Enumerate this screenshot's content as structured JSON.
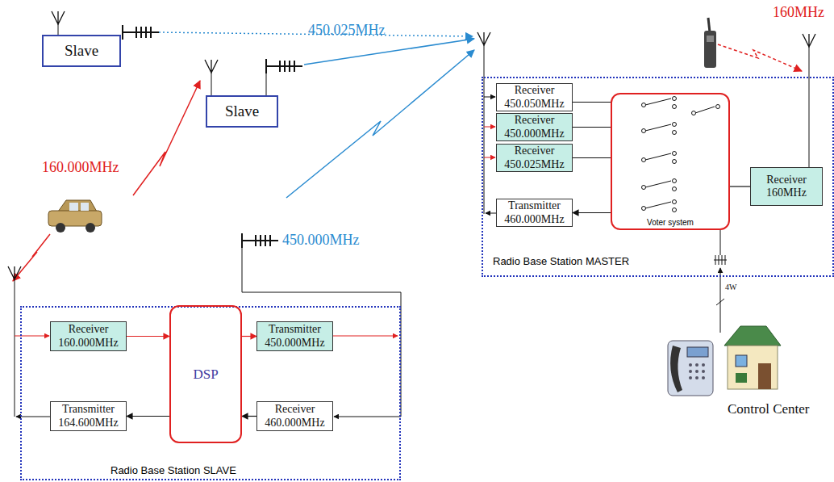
{
  "diagram": {
    "nodes": [
      {
        "text": [
          "Slave"
        ]
      },
      {
        "text": [
          "Slave"
        ]
      },
      {
        "text": [
          "Radio Base Station MASTER"
        ]
      },
      {
        "text": [
          "Receiver 450.050MHz"
        ],
        "in": 2
      },
      {
        "text": [
          "Receiver 450.000MHz"
        ],
        "in": 2
      },
      {
        "text": [
          "Receiver 450.025MHz"
        ],
        "in": 2
      },
      {
        "text": [
          "Transmitter 460.000MHz"
        ],
        "in": 2
      },
      {
        "text": [
          "Voter system"
        ],
        "in": 2
      },
      {
        "text": [
          "Receiver 160MHz"
        ],
        "in": 2
      },
      {
        "text": [
          "Radio Base Station SLAVE"
        ]
      },
      {
        "text": [
          "Receiver 160.000MHz"
        ],
        "in": 9
      },
      {
        "text": [
          "DSP"
        ],
        "in": 9
      },
      {
        "text": [
          "Transmitter 450.000MHz"
        ],
        "in": 9
      },
      {
        "text": [
          "Transmitter 164.600MHz"
        ],
        "in": 9
      },
      {
        "text": [
          "Receiver 460.000MHz"
        ],
        "in": 9
      }
    ],
    "edges": [
      {
        "from": 3,
        "to": 7,
        "arrow": "none"
      },
      {
        "from": 4,
        "to": 7,
        "arrow": "none"
      },
      {
        "from": 5,
        "to": 7,
        "arrow": "none"
      },
      {
        "from": 7,
        "to": 6,
        "arrow": "to"
      },
      {
        "from": 8,
        "to": 7,
        "arrow": "none"
      },
      {
        "from": 10,
        "to": 11,
        "arrow": "to"
      },
      {
        "from": 11,
        "to": 12,
        "arrow": "to"
      },
      {
        "from": 14,
        "to": 11,
        "arrow": "to"
      },
      {
        "from": 11,
        "to": 13,
        "arrow": "to"
      }
    ],
    "labels": [
      "450.025MHz",
      "160MHz",
      "160.000MHz",
      "450.000MHz",
      "4W",
      "Control Center"
    ]
  }
}
